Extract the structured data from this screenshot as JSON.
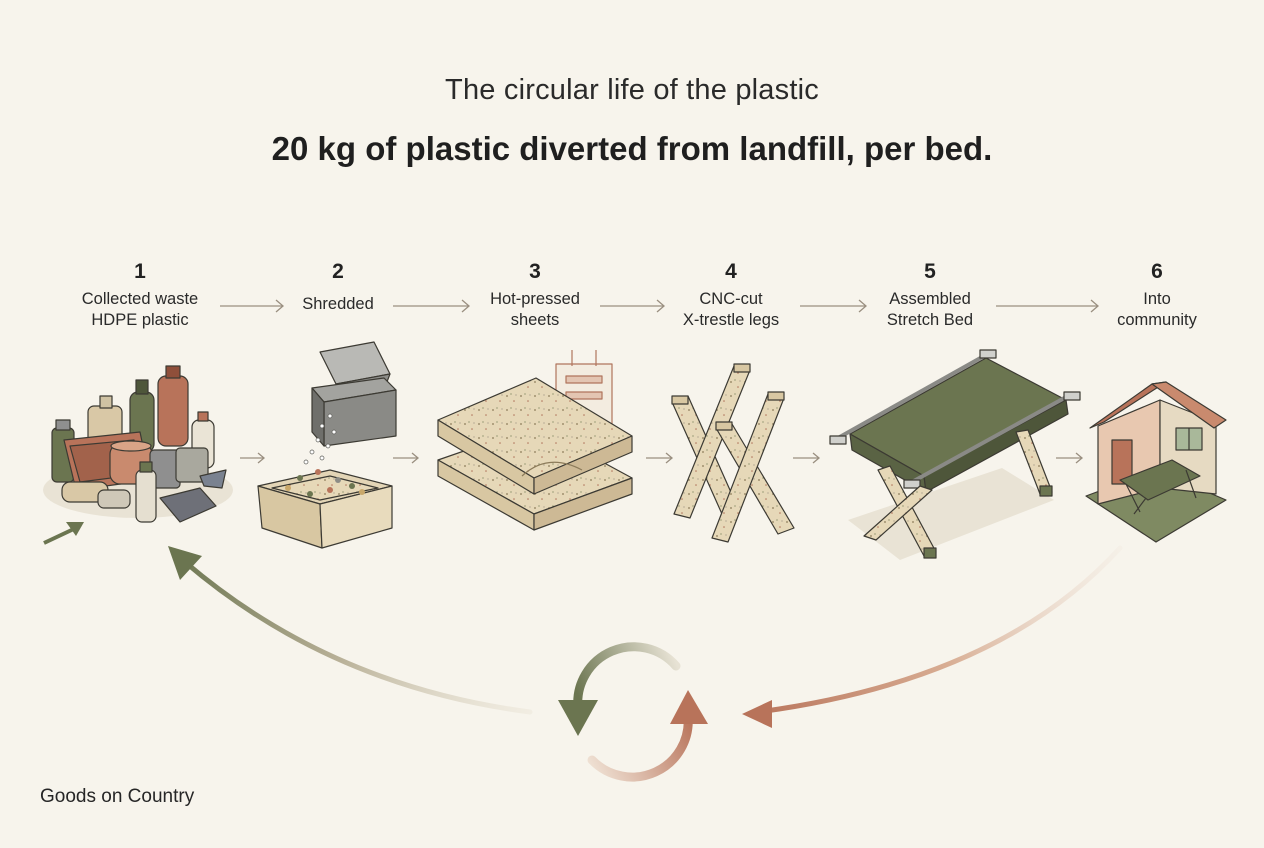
{
  "header": {
    "subtitle": "The circular life of the plastic",
    "title": "20 kg of plastic diverted from landfill, per bed."
  },
  "steps": [
    {
      "number": "1",
      "line1": "Collected waste",
      "line2": "HDPE plastic",
      "icon": "plastic-waste-pile-icon"
    },
    {
      "number": "2",
      "line1": "Shredded",
      "line2": "",
      "icon": "shredder-bin-icon"
    },
    {
      "number": "3",
      "line1": "Hot-pressed",
      "line2": "sheets",
      "icon": "pressed-sheets-icon"
    },
    {
      "number": "4",
      "line1": "CNC-cut",
      "line2": "X-trestle legs",
      "icon": "x-trestle-legs-icon"
    },
    {
      "number": "5",
      "line1": "Assembled",
      "line2": "Stretch Bed",
      "icon": "stretch-bed-icon"
    },
    {
      "number": "6",
      "line1": "Into",
      "line2": "community",
      "icon": "community-house-icon"
    }
  ],
  "footer": {
    "brand": "Goods on Country"
  },
  "colors": {
    "background": "#f7f4ec",
    "olive": "#6b7550",
    "terracotta": "#b8735a",
    "sand": "#e3d5b6",
    "arrow_thin": "#9a8f80"
  }
}
